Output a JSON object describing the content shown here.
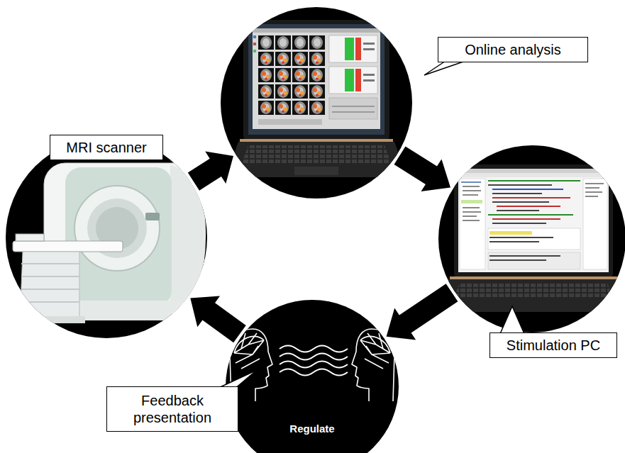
{
  "diagram": {
    "nodes": [
      {
        "text": [
          "MRI scanner"
        ]
      },
      {
        "text": [
          "Online analysis"
        ]
      },
      {
        "text": [
          "Stimulation PC"
        ]
      },
      {
        "text": [
          "Feedback presentation",
          "Regulate"
        ]
      }
    ],
    "edges": [
      {
        "from": 0,
        "to": 1,
        "arrow": "to"
      },
      {
        "from": 1,
        "to": 2,
        "arrow": "to"
      },
      {
        "from": 2,
        "to": 3,
        "arrow": "to"
      },
      {
        "from": 3,
        "to": 0,
        "arrow": "to"
      }
    ]
  }
}
